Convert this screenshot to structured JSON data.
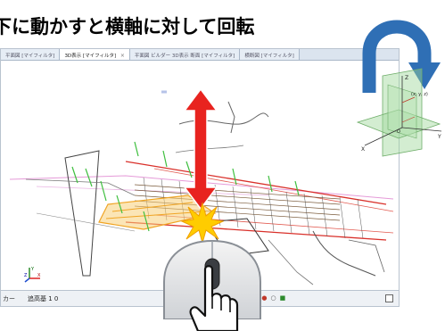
{
  "caption": {
    "text": "下に動かすと横軸に対して回転"
  },
  "app": {
    "tabs": [
      {
        "label": "平面図 [マイフィルタ]",
        "active": false
      },
      {
        "label": "3D表示 [マイフィルタ]",
        "active": true
      },
      {
        "label": "平面図 ビルダー 3D表示 断面 [マイフィルタ]",
        "active": false
      },
      {
        "label": "横断図 [マイフィルタ]",
        "active": false
      }
    ],
    "tab_close_glyph": "×",
    "status": {
      "left_text": "カー",
      "elevation_text": "追高基 1 0"
    }
  },
  "gizmo_labels": {
    "axis_x": "X",
    "axis_y": "Y",
    "axis_z": "Z",
    "mini_z": "Z",
    "mini_x": "X",
    "mini_y": "Y",
    "coord": "(x, y, z)",
    "origin": "O"
  },
  "colors": {
    "accent_red": "#e8231f",
    "accent_blue": "#2f6fb5",
    "burst_yellow": "#ffcc00",
    "road_red": "#d9302a",
    "road_orange": "#f0a423",
    "plane_green": "#9ed69a",
    "tab_bar": "#dbe4ef"
  },
  "icons": {
    "rotate": "curved-rotate-arrow-icon",
    "updown": "up-down-arrow-icon",
    "burst": "click-burst-icon",
    "mouse": "mouse-icon",
    "hand": "pointing-hand-icon",
    "axes": "axis-gizmo-icon"
  }
}
